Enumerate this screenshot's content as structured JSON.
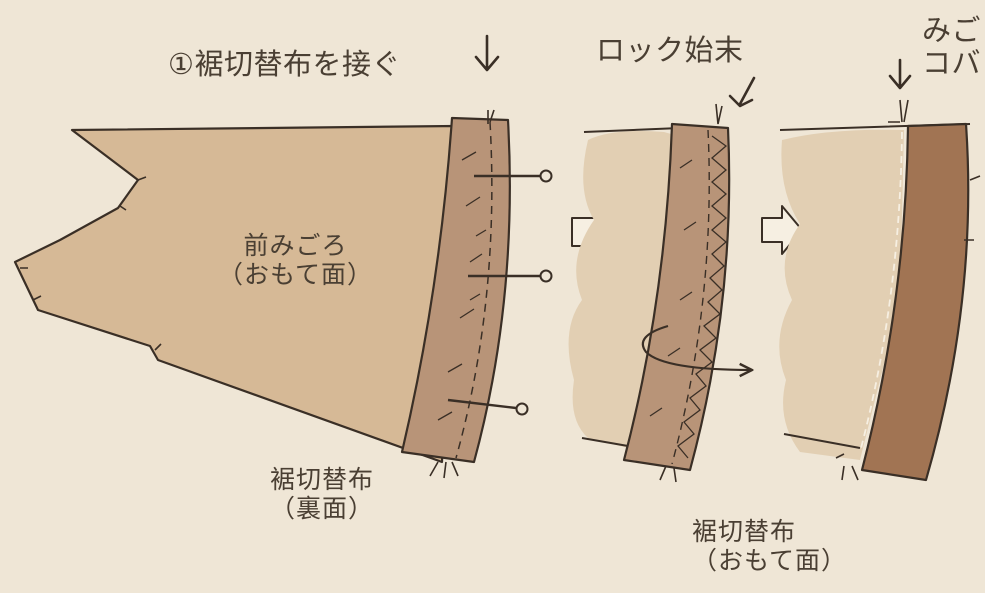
{
  "colors": {
    "background": "#efe6d6",
    "bodice": "#d6b996",
    "bodice_pale": "#e2cfb3",
    "panel_reverse": "#b89478",
    "panel_front": "#a17453",
    "ink": "#3a2f26",
    "text": "#4a3f33"
  },
  "step1": {
    "heading": "①裾切替布を接ぐ",
    "bodice_label_line1": "前みごろ",
    "bodice_label_line2": "（おもて面）",
    "panel_label_line1": "裾切替布",
    "panel_label_line2": "（裏面）"
  },
  "step2": {
    "heading": "ロック始末",
    "panel_label_line1": "裾切替布",
    "panel_label_line2": "（おもて面）"
  },
  "step3": {
    "heading_line1": "みご",
    "heading_line2": "コバ"
  },
  "icons": [
    "down-arrow-icon",
    "right-arrow-icon",
    "pin-icon",
    "turn-arrow-icon"
  ]
}
